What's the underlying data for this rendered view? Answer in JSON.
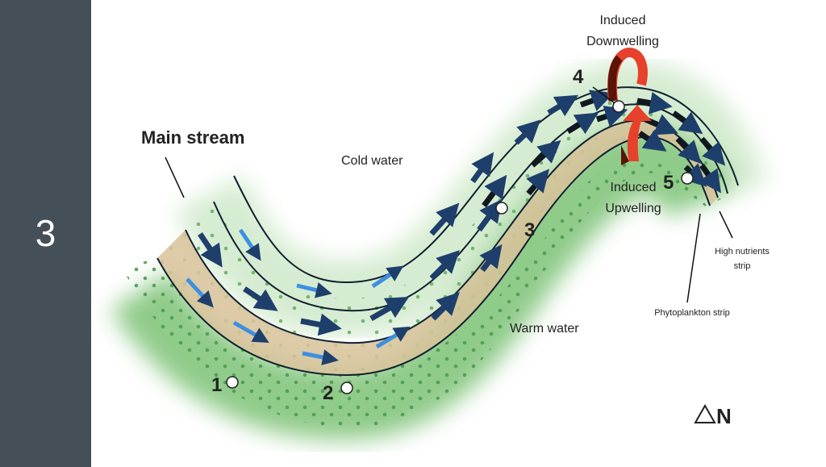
{
  "slide_number": "3",
  "diagram": {
    "main_stream": "Main stream",
    "cold_water": "Cold water",
    "warm_water": "Warm water",
    "downwelling": [
      "Induced",
      "Downwelling"
    ],
    "upwelling": [
      "Induced",
      "Upwelling"
    ],
    "high_nutrients": [
      "High nutrients",
      "strip"
    ],
    "phytoplankton": "Phytoplankton strip",
    "points": [
      "1",
      "2",
      "3",
      "4",
      "5"
    ],
    "north": "N",
    "colors": {
      "sidebar": "#454f57",
      "dark_arrow": "#1e3f6b",
      "light_arrow": "#3e8fe0",
      "black_arrow": "#111820",
      "red": "#e8412b",
      "green": "#5aa85a",
      "tan": "#d8c29a"
    }
  }
}
